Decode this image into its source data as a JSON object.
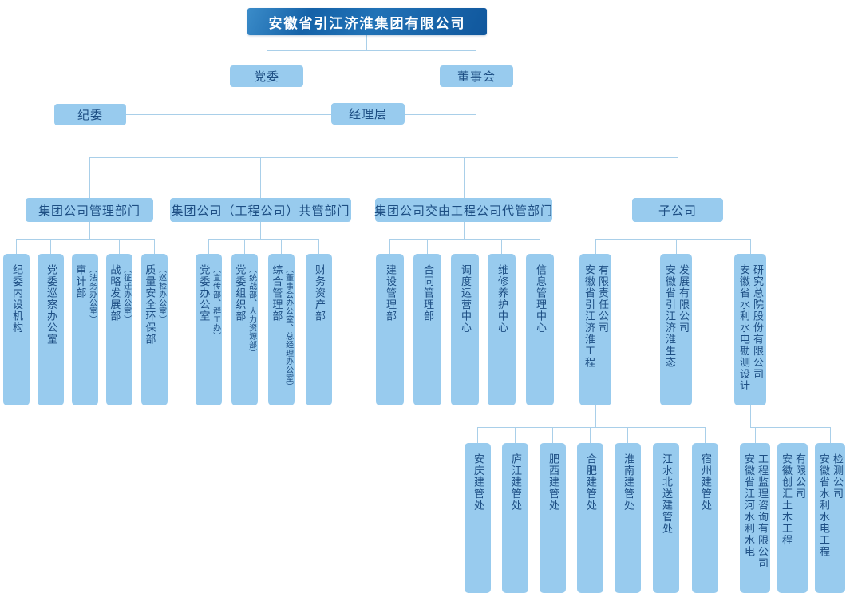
{
  "colors": {
    "root_box_blue": "#1565a8",
    "node_fill_blue": "#98cbee",
    "node_text_blue": "#1d4e83",
    "connector_blue": "#a9cfe9",
    "root_text": "#ffffff",
    "background": "#ffffff"
  },
  "root": {
    "label": "安徽省引江济淮集团有限公司"
  },
  "nodes": {
    "party_committee": "党委",
    "board": "董事会",
    "discipline_commission": "纪委",
    "management_layer": "经理层"
  },
  "branches": [
    {
      "label": "集团公司管理部门",
      "children": [
        {
          "label": "纪委内设机构"
        },
        {
          "label": "党委巡察办公室"
        },
        {
          "label": "审计部",
          "sub": "（法务办公室）"
        },
        {
          "label": "战略发展部",
          "sub": "（征迁办公室）"
        },
        {
          "label": "质量安全环保部",
          "sub": "（巡检办公室）"
        }
      ]
    },
    {
      "label": "集团公司（工程公司）共管部门",
      "children": [
        {
          "label": "党委办公室",
          "sub": "（宣传部、群工办）"
        },
        {
          "label": "党委组织部",
          "sub": "（统战部、人力资源部）"
        },
        {
          "label": "综合管理部",
          "sub": "（董事会办公室、总经理办公室）"
        },
        {
          "label": "财务资产部"
        }
      ]
    },
    {
      "label": "集团公司交由工程公司代管部门",
      "children": [
        {
          "label": "建设管理部"
        },
        {
          "label": "合同管理部"
        },
        {
          "label": "调度运营中心"
        },
        {
          "label": "维修养护中心"
        },
        {
          "label": "信息管理中心"
        }
      ]
    },
    {
      "label": "子公司",
      "children": [
        {
          "lines": [
            "安徽省引江济淮工程",
            "有限责任公司"
          ]
        },
        {
          "lines": [
            "安徽省引江济淮生态",
            "发展有限公司"
          ]
        },
        {
          "lines": [
            "安徽省水利水电勘测设计",
            "研究总院股份有限公司"
          ]
        }
      ]
    }
  ],
  "engineering_company_offices": [
    "安庆建管处",
    "庐江建管处",
    "肥西建管处",
    "合肥建管处",
    "淮南建管处",
    "江水北送建管处",
    "宿州建管处"
  ],
  "survey_design_subsidiaries": [
    {
      "lines": [
        "安徽省江河水利水电",
        "工程监理咨询有限公司"
      ]
    },
    {
      "lines": [
        "安徽创汇土木工程",
        "有限公司"
      ]
    },
    {
      "lines": [
        "安徽省水利水电工程",
        "检测公司"
      ]
    }
  ]
}
